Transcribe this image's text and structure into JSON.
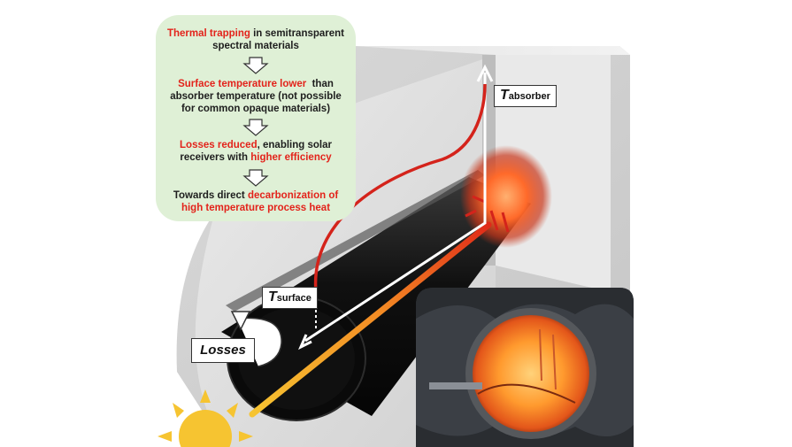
{
  "callout": {
    "step1": {
      "highlight": "Thermal trapping",
      "rest_a": " in semitransparent",
      "rest_b": "spectral materials"
    },
    "step2": {
      "highlight": "Surface temperature lower",
      "rest_a": "  than",
      "rest_b": "absorber temperature (not possible",
      "rest_c": "for common opaque materials)"
    },
    "step3": {
      "highlight": "Losses reduced",
      "rest_a": ", enabling solar",
      "rest_b": "receivers with ",
      "highlight2": "higher efficiency"
    },
    "step4": {
      "lead": "Towards direct ",
      "highlight": "decarbonization of",
      "highlight2": "high temperature process heat"
    }
  },
  "labels": {
    "t_absorber": {
      "symbol": "T",
      "subscript": "absorber"
    },
    "t_surface": {
      "symbol": "T",
      "subscript": "surface"
    },
    "losses": "Losses"
  },
  "icons": [
    "sun-icon",
    "loss-curved-arrow-icon",
    "down-arrow-icon"
  ],
  "colors": {
    "highlight_text": "#e3231b",
    "callout_bg": "#dff0d6",
    "temperature_curve": "#d4231b",
    "sun": "#f6c431",
    "glow": "#ff7a2a"
  }
}
